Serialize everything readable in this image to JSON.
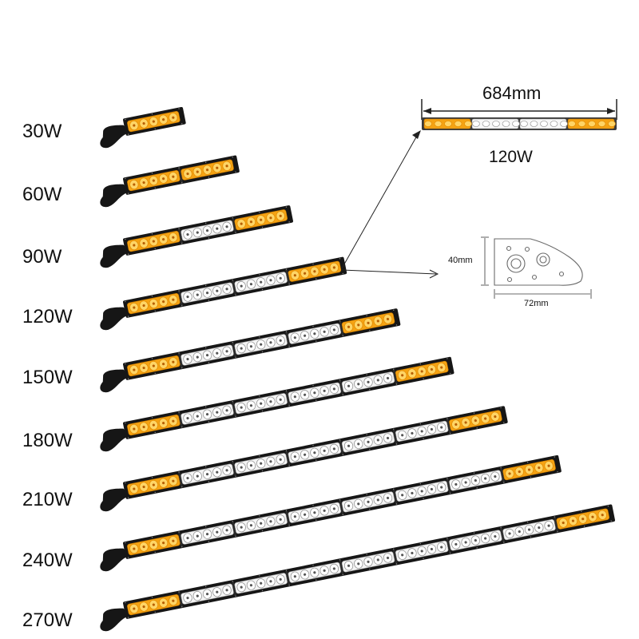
{
  "bars": [
    {
      "label": "30W",
      "modules": [
        "amber"
      ]
    },
    {
      "label": "60W",
      "modules": [
        "amber",
        "amber"
      ]
    },
    {
      "label": "90W",
      "modules": [
        "amber",
        "white",
        "amber"
      ]
    },
    {
      "label": "120W",
      "modules": [
        "amber",
        "white",
        "white",
        "amber"
      ]
    },
    {
      "label": "150W",
      "modules": [
        "amber",
        "white",
        "white",
        "white",
        "amber"
      ]
    },
    {
      "label": "180W",
      "modules": [
        "amber",
        "white",
        "white",
        "white",
        "white",
        "amber"
      ]
    },
    {
      "label": "210W",
      "modules": [
        "amber",
        "white",
        "white",
        "white",
        "white",
        "white",
        "amber"
      ]
    },
    {
      "label": "240W",
      "modules": [
        "amber",
        "white",
        "white",
        "white",
        "white",
        "white",
        "white",
        "amber"
      ]
    },
    {
      "label": "270W",
      "modules": [
        "amber",
        "white",
        "white",
        "white",
        "white",
        "white",
        "white",
        "white",
        "amber"
      ]
    }
  ],
  "detail": {
    "length": "684mm",
    "model": "120W",
    "bracket_height": "40mm",
    "bracket_width": "72mm",
    "modules": [
      "amber",
      "white",
      "white",
      "amber"
    ]
  },
  "colors": {
    "amber": "#f5a313",
    "amber_light": "#ffd566",
    "white_led": "#f4f4f4",
    "housing": "#161616",
    "text": "#111111"
  }
}
